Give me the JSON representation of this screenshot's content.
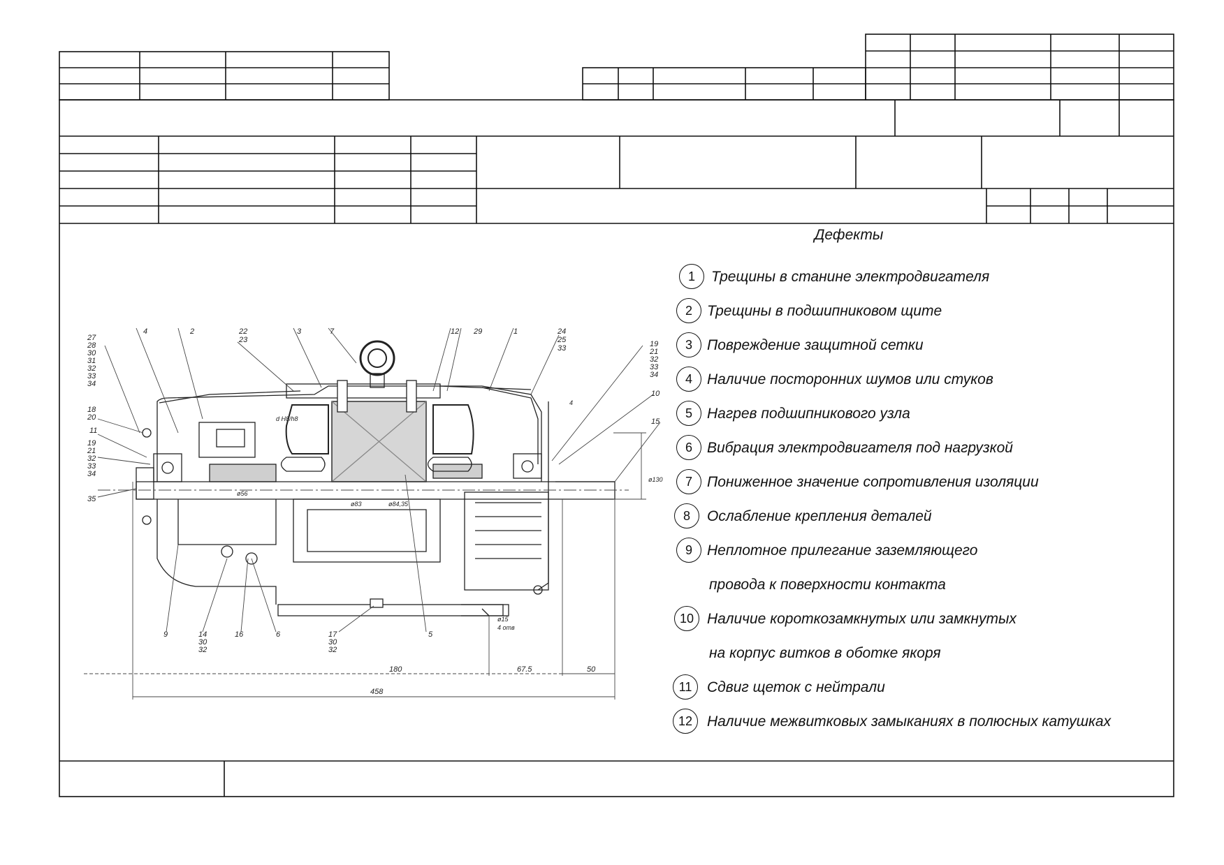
{
  "drawing": {
    "heading": "Дефекты",
    "defects": [
      {
        "n": "1",
        "lines": [
          "Трещины в станине электродвигателя"
        ]
      },
      {
        "n": "2",
        "lines": [
          "Трещины в подшипниковом щите"
        ]
      },
      {
        "n": "3",
        "lines": [
          "Повреждение защитной сетки"
        ]
      },
      {
        "n": "4",
        "lines": [
          "Наличие посторонних шумов или стуков"
        ]
      },
      {
        "n": "5",
        "lines": [
          "Нагрев подшипникового узла"
        ]
      },
      {
        "n": "6",
        "lines": [
          "Вибрация электродвигателя под нагрузкой"
        ]
      },
      {
        "n": "7",
        "lines": [
          "Пониженное значение сопротивления изоляции"
        ]
      },
      {
        "n": "8",
        "lines": [
          "Ослабление крепления деталей"
        ]
      },
      {
        "n": "9",
        "lines": [
          "Неплотное прилегание заземляющего",
          "провода к поверхности контакта"
        ]
      },
      {
        "n": "10",
        "lines": [
          "Наличие короткозамкнутых или замкнутых",
          "на корпус витков в оботке якоря"
        ]
      },
      {
        "n": "11",
        "lines": [
          "Сдвиг щеток с нейтрали"
        ]
      },
      {
        "n": "12",
        "lines": [
          "Наличие межвитковых замыканиях в полюсных катушках"
        ]
      }
    ],
    "callouts": {
      "left": [
        "27",
        "28",
        "30",
        "31",
        "32",
        "33",
        "34"
      ],
      "left2": [
        "18",
        "20"
      ],
      "left3": [
        "11"
      ],
      "left4": [
        "19",
        "21",
        "32",
        "33",
        "34"
      ],
      "left5": [
        "35"
      ],
      "top": [
        "4",
        "2",
        "22",
        "23",
        "3",
        "7",
        "12",
        "29",
        "1",
        "24",
        "25",
        "33"
      ],
      "right": [
        "19",
        "21",
        "32",
        "33",
        "34"
      ],
      "right2": [
        "10"
      ],
      "right3": [
        "15"
      ],
      "bottom": [
        "9",
        "14",
        "30",
        "32",
        "16",
        "6",
        "17",
        "30",
        "32",
        "5"
      ],
      "dims": [
        "180",
        "67.5",
        "50",
        "458"
      ],
      "small": [
        "d H8/h8",
        "ø56",
        "ø83",
        "ø84,35",
        "ø130",
        "ø15",
        "4 отв",
        "4"
      ]
    }
  }
}
